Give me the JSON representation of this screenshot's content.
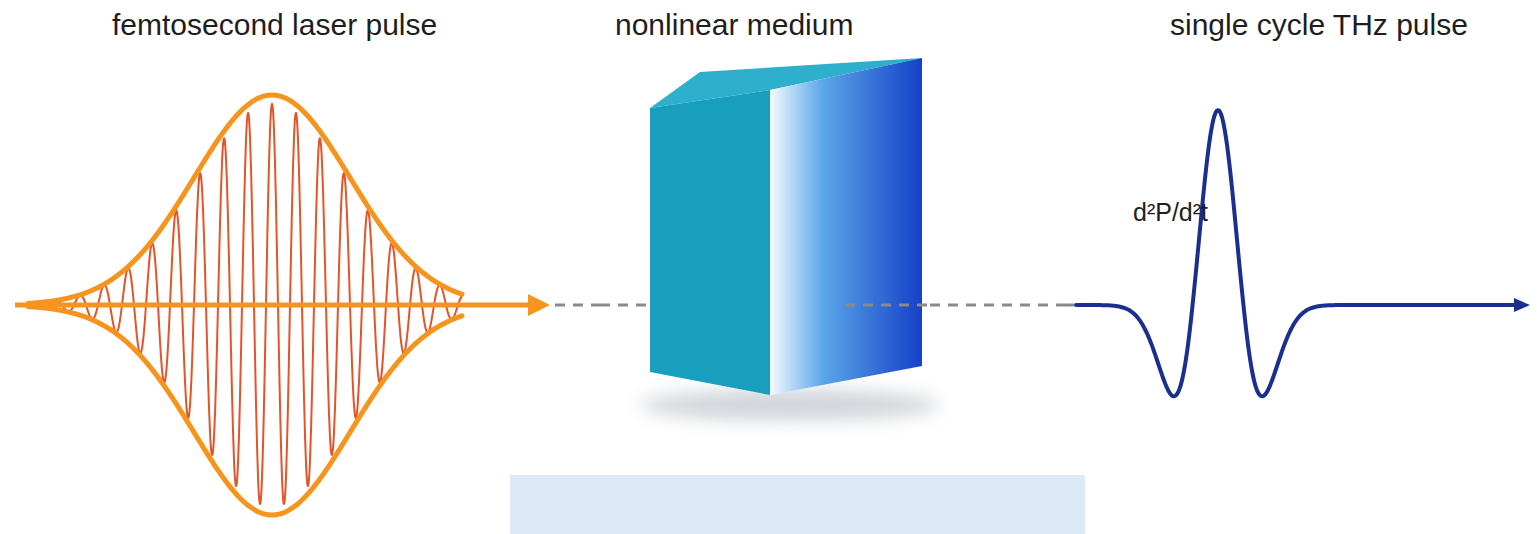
{
  "diagram": {
    "nodes": [
      {
        "text": [
          "femtosecond laser pulse"
        ]
      },
      {
        "text": [
          "nonlinear medium"
        ]
      },
      {
        "text": [
          "single cycle THz pulse",
          "d²P/d²t"
        ]
      }
    ],
    "edges": [
      {
        "from": 0,
        "to": 1,
        "arrow": "none"
      },
      {
        "from": 1,
        "to": 2,
        "arrow": "none"
      }
    ]
  }
}
